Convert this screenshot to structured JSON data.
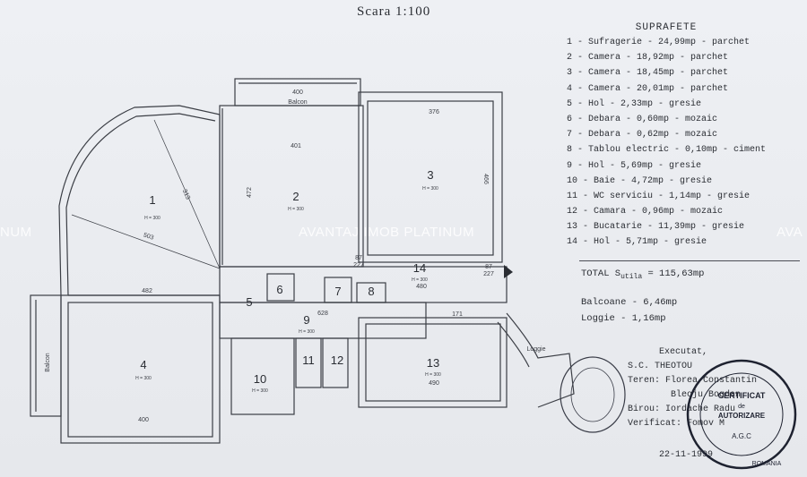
{
  "scale_title": "Scara 1:100",
  "watermark": {
    "left": "NUM",
    "center": "AVANTAJ IMOB PLATINUM",
    "right": "AVA"
  },
  "legend": {
    "title": "SUPRAFETE",
    "rows": [
      "1 - Sufragerie - 24,99mp - parchet",
      "2 - Camera - 18,92mp - parchet",
      "3 - Camera - 18,45mp - parchet",
      "4 - Camera - 20,01mp - parchet",
      "5 - Hol - 2,33mp - gresie",
      "6 - Debara - 0,60mp - mozaic",
      "7 - Debara - 0,62mp - mozaic",
      "8 - Tablou electric - 0,10mp - ciment",
      "9 - Hol - 5,69mp - gresie",
      "10 - Baie - 4,72mp - gresie",
      "11 - WC serviciu - 1,14mp - gresie",
      "12 - Camara - 0,96mp - mozaic",
      "13 - Bucatarie - 11,39mp - gresie",
      "14 - Hol - 5,71mp - gresie"
    ]
  },
  "totals": {
    "total_label": "TOTAL S",
    "total_sub": "utila",
    "total_value": "= 115,63mp",
    "balconies": "Balcoane - 6,46mp",
    "loggia": "Loggie - 1,16mp"
  },
  "credits": {
    "title": "Executat,",
    "rows": [
      "S.C. THEOTOU",
      "Teren: Florea Constantin",
      "Bleoju Bogdan",
      "Birou: Iordache Radu",
      "Verificat: Fomov M"
    ],
    "date": "22-11-1999"
  },
  "stamp": {
    "line1": "CERTIFICAT",
    "line2": "de",
    "line3": "AUTORIZARE",
    "line4": "A.G.C",
    "ring": "ROMANIA"
  },
  "plan": {
    "rooms": [
      {
        "id": "1",
        "h": "H = 300"
      },
      {
        "id": "2",
        "h": "H = 300"
      },
      {
        "id": "3",
        "h": "H = 300"
      },
      {
        "id": "4",
        "h": "H = 300"
      },
      {
        "id": "5",
        "h": ""
      },
      {
        "id": "6",
        "h": ""
      },
      {
        "id": "7",
        "h": ""
      },
      {
        "id": "8",
        "h": ""
      },
      {
        "id": "9",
        "h": "H = 300"
      },
      {
        "id": "10",
        "h": "H = 300"
      },
      {
        "id": "11",
        "h": ""
      },
      {
        "id": "12",
        "h": ""
      },
      {
        "id": "13",
        "h": "H = 300"
      },
      {
        "id": "14",
        "h": "H = 300"
      }
    ],
    "labels": {
      "balcon_top": "Balcon",
      "balcon_left": "Balcon",
      "loggie": "Loggie",
      "d400a": "400",
      "d376": "376",
      "d401": "401",
      "d482": "482",
      "d400b": "400",
      "d490": "490",
      "d466": "466",
      "d472": "472",
      "d503": "503",
      "d313": "313",
      "d628": "628",
      "d480": "480",
      "d171": "171",
      "d87a": "87",
      "d227a": "227",
      "d87b": "87",
      "d227b": "227"
    }
  }
}
